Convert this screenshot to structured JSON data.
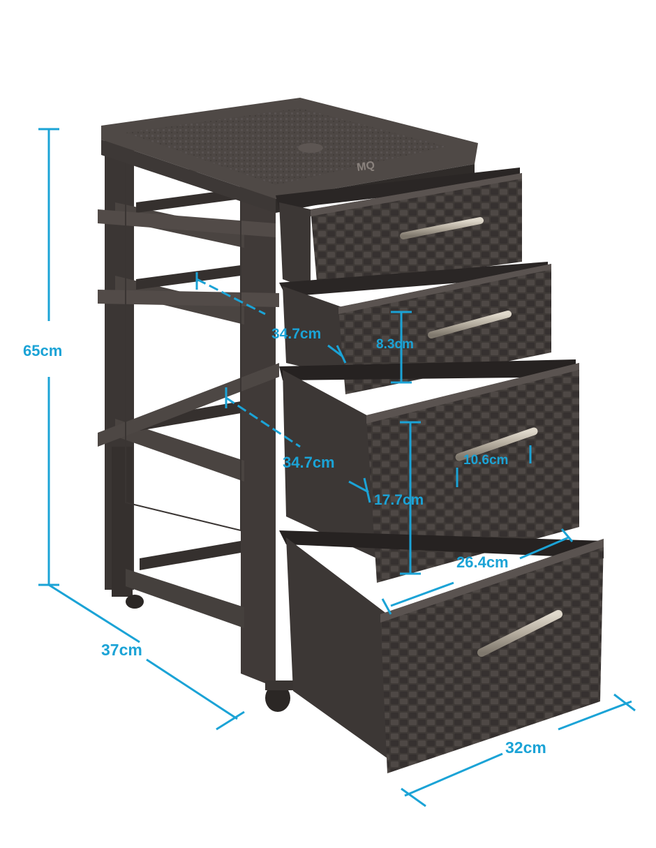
{
  "product": {
    "brand_mark": "MQ"
  },
  "dimensions": {
    "total_height": "65cm",
    "depth": "37cm",
    "width": "32cm",
    "drawer_small_depth": "34.7cm",
    "drawer_small_height": "8.3cm",
    "drawer_large_depth": "34.7cm",
    "drawer_large_height": "17.7cm",
    "handle_length": "10.6cm",
    "drawer_inner_width": "26.4cm"
  },
  "colors": {
    "dimension_blue": "#1ba3d6",
    "plastic_dark": "#3a3533",
    "plastic_mid": "#4a4441",
    "plastic_light": "#5c5552",
    "handle_silver": "#b8b0a2",
    "background": "#ffffff"
  }
}
